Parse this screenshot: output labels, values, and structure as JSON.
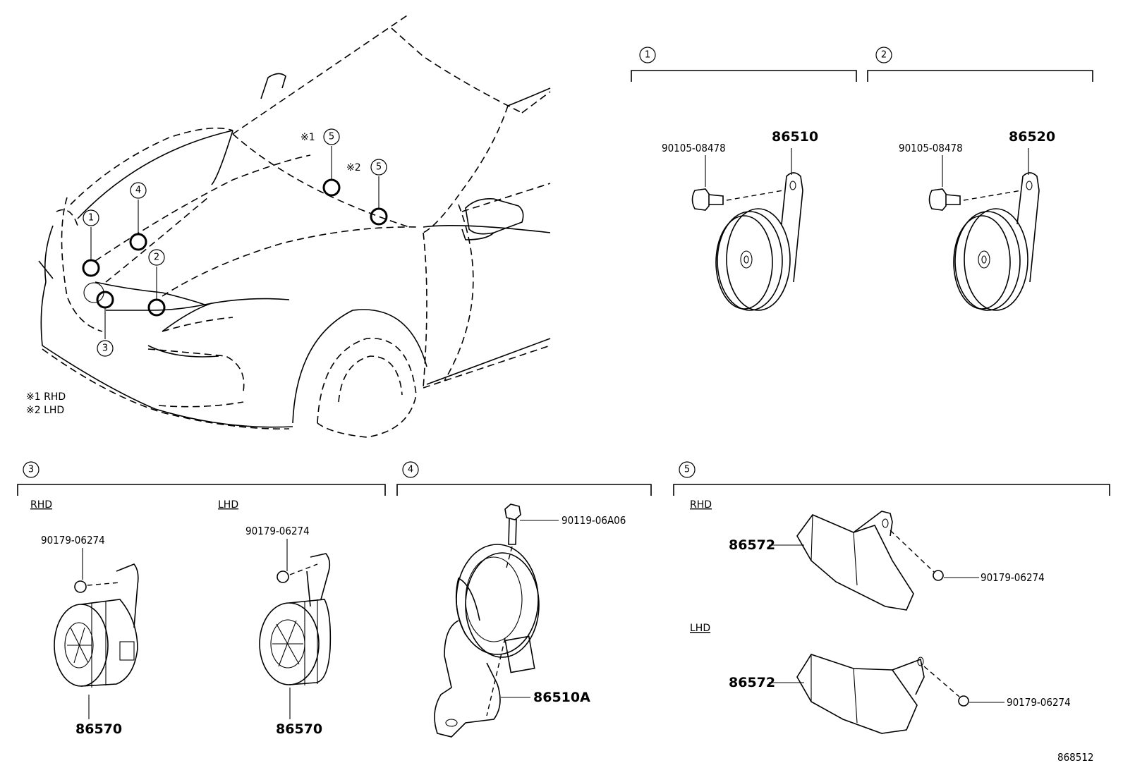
{
  "notes": {
    "mark1": "※1",
    "mark2": "※2",
    "rhd_note": "※1 RHD",
    "lhd_note": "※2 LHD"
  },
  "callouts": [
    "1",
    "2",
    "3",
    "4",
    "5"
  ],
  "sections": {
    "s1": {
      "number": "1",
      "bolt": "90105-08478",
      "horn": "86510"
    },
    "s2": {
      "number": "2",
      "bolt": "90105-08478",
      "horn": "86520"
    },
    "s3": {
      "number": "3",
      "rhd_label": "RHD",
      "lhd_label": "LHD",
      "rhd_nut": "90179-06274",
      "lhd_nut": "90179-06274",
      "rhd_part": "86570",
      "lhd_part": "86570"
    },
    "s4": {
      "number": "4",
      "bolt": "90119-06A06",
      "horn": "86510A"
    },
    "s5": {
      "number": "5",
      "rhd_label": "RHD",
      "lhd_label": "LHD",
      "rhd_bracket": "86572",
      "rhd_nut": "90179-06274",
      "lhd_bracket": "86572",
      "lhd_nut": "90179-06274"
    }
  },
  "diagram_id": "868512"
}
